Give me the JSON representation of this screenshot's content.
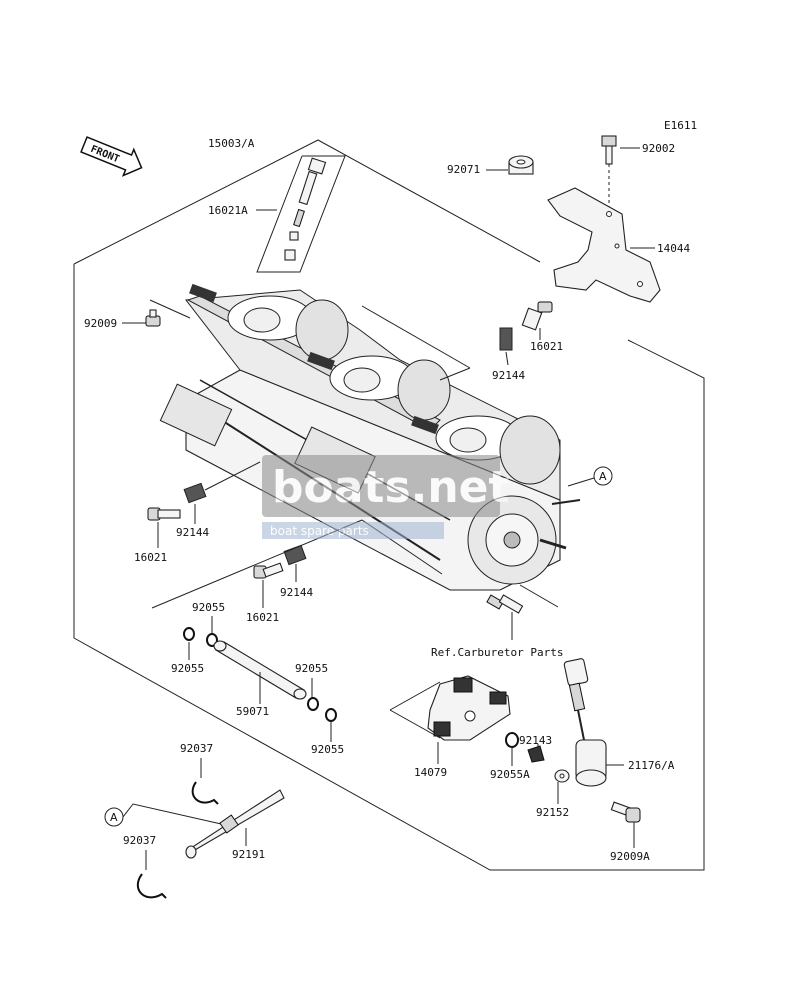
{
  "diagram": {
    "code": "E1611",
    "front_label": "FRONT",
    "reference_text": "Ref.Carburetor Parts",
    "callout_letter": "A",
    "watermark": {
      "brand": "boats.net",
      "tagline": "boat spare parts"
    },
    "parts": {
      "p15003A": "15003/A",
      "p16021A": "16021A",
      "p92009_top": "92009",
      "p92071": "92071",
      "p92002": "92002",
      "p14044": "14044",
      "p16021_r": "16021",
      "p92144_r": "92144",
      "p92144_l": "92144",
      "p16021_l": "16021",
      "p16021_c": "16021",
      "p92144_c": "92144",
      "p92055_a": "92055",
      "p92055_b": "92055",
      "p92055_c": "92055",
      "p92055_d": "92055",
      "p59071": "59071",
      "p14079": "14079",
      "p92055A": "92055A",
      "p92143": "92143",
      "p21176A": "21176/A",
      "p92152": "92152",
      "p92009A": "92009A",
      "p92037_top": "92037",
      "p92037_bot": "92037",
      "p92191": "92191"
    }
  }
}
